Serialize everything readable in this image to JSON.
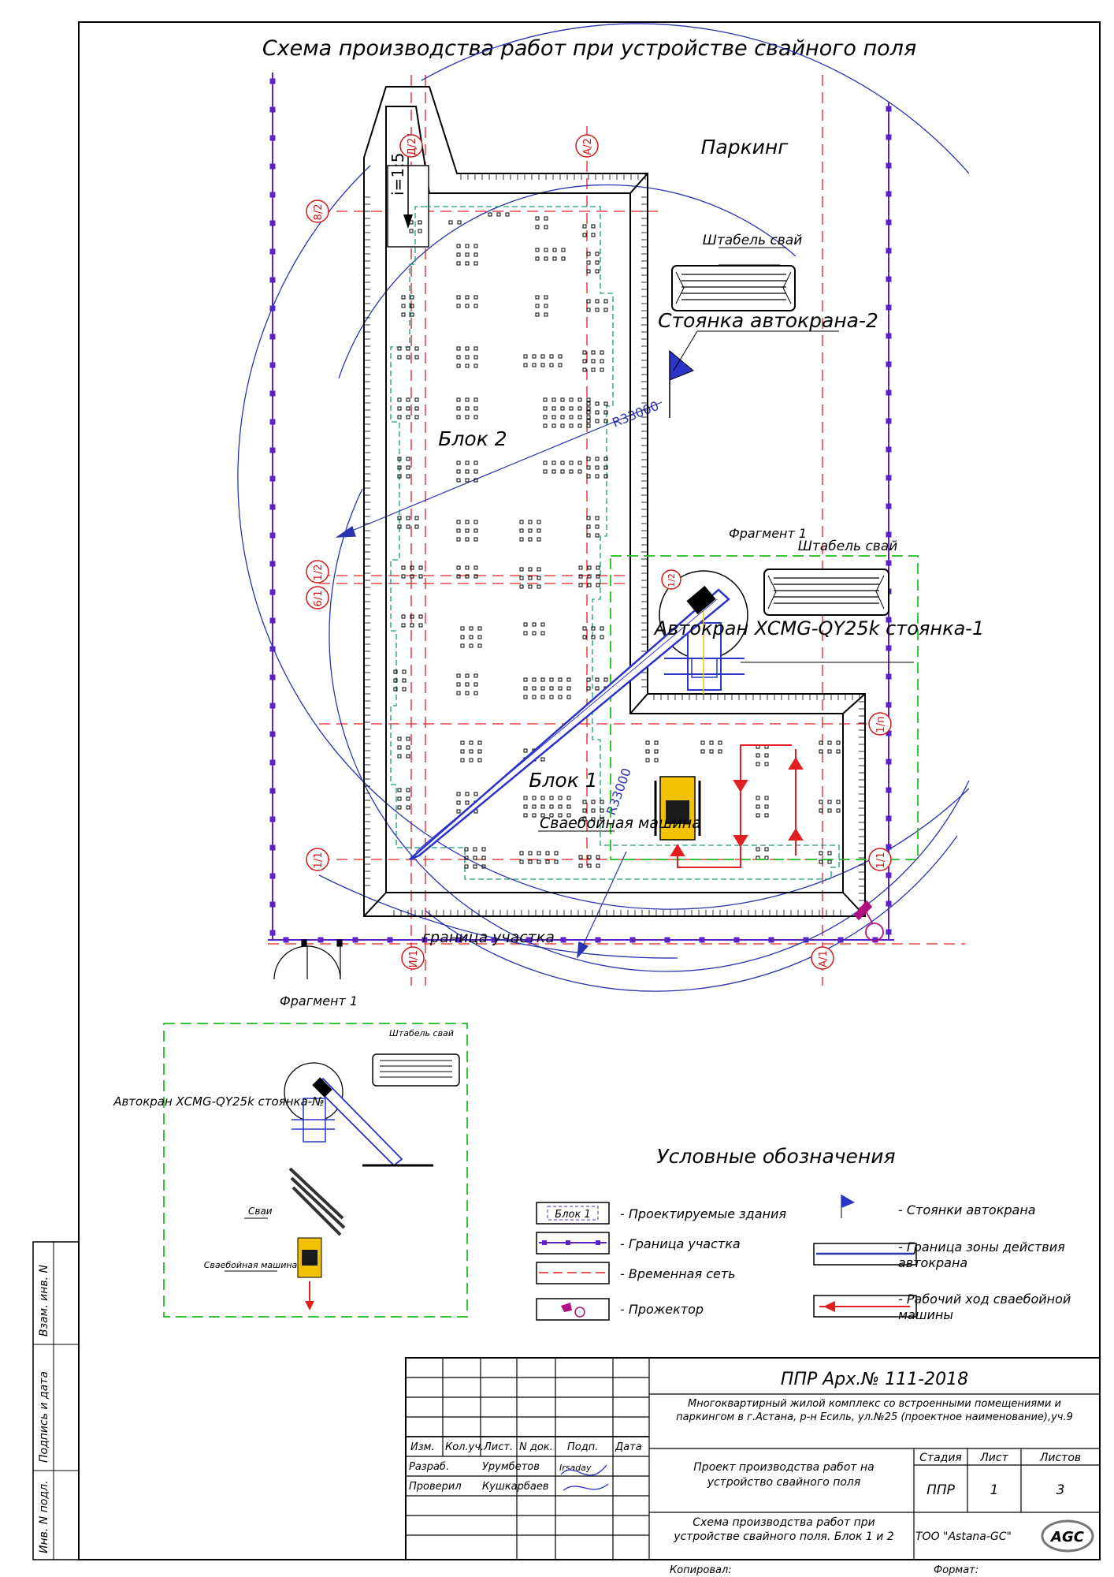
{
  "title": "Схема производства работ при устройстве свайного поля",
  "parking_label": "Паркинг",
  "block2_label": "Блок 2",
  "block1_label": "Блок 1",
  "slope_label": "i=1:5",
  "radius_label": "R33000",
  "boundary_label": "граница участка",
  "pile_stack_label": "Штабель свай",
  "crane_parking2_label": "Стоянка автокрана-2",
  "crane_label": "Автокран XCMG-QY25k стоянка-1",
  "pile_machine_label": "Сваебойная машина",
  "fragment_label": "Фрагмент 1",
  "axes": {
    "a_2": "А/2",
    "d_2": "Д/2",
    "v8_2": "8/2",
    "v6_1": "6/1",
    "v1_2": "1/2",
    "v1_1": "1/1",
    "v1_1r": "1/1",
    "i_1": "И/1",
    "a_1": "А/1",
    "v1p": "1/п",
    "v1_2c": "1/2"
  },
  "fragment": {
    "title": "Фрагмент 1",
    "stack_label": "Штабель свай",
    "crane_label": "Автокран XCMG-QY25k стоянка-№",
    "piles_label": "Сваи",
    "machine_label": "Сваебойная машина"
  },
  "legend": {
    "title": "Условные обозначения",
    "block_sample": "Блок 1",
    "items": [
      "- Проектируемые здания",
      "- Граница участка",
      "- Временная сеть",
      "- Прожектор",
      "- Стоянки автокрана",
      "- Граница зоны действия автокрана",
      "- Рабочий ход сваебойной машины"
    ]
  },
  "side_labels": [
    "Взам. инв. N",
    "Подпись и дата",
    "Инв. N подл."
  ],
  "stamp": {
    "doc_code": "ППР Арх.№ 111-2018",
    "project": "Многоквартирный жилой комплекс со встроенными помещениями и паркингом в г.Астана, р-н Есиль, ул.№25 (проектное наименование),уч.9",
    "col_headers": [
      "Изм.",
      "Кол.уч.",
      "Лист.",
      "N док.",
      "Подп.",
      "Дата"
    ],
    "rows": [
      {
        "role": "Разраб.",
        "name": "Урумбетов"
      },
      {
        "role": "Проверил",
        "name": "Кушкарбаев"
      }
    ],
    "work_title": "Проект производства работ на устройство свайного поля",
    "sheet_title": "Схема производства работ при устройстве свайного поля. Блок 1 и 2",
    "stage_header": "Стадия",
    "sheet_header": "Лист",
    "sheets_header": "Листов",
    "stage": "ППР",
    "sheet": "1",
    "sheets": "3",
    "company": "ТОО \"Astana-GC\"",
    "logo_text": "AGC",
    "signature_text": "Irsaday",
    "copied": "Копировал:",
    "format": "Формат:"
  },
  "colors": {
    "boundary": "#5a22c8",
    "temp_network": "#e02020",
    "zone": "#2a34b0",
    "fragment_frame": "#1fbf1f",
    "pile_grid": "#1a9a7a",
    "machine": "#f2c200",
    "axis_marker": "#d01818"
  }
}
